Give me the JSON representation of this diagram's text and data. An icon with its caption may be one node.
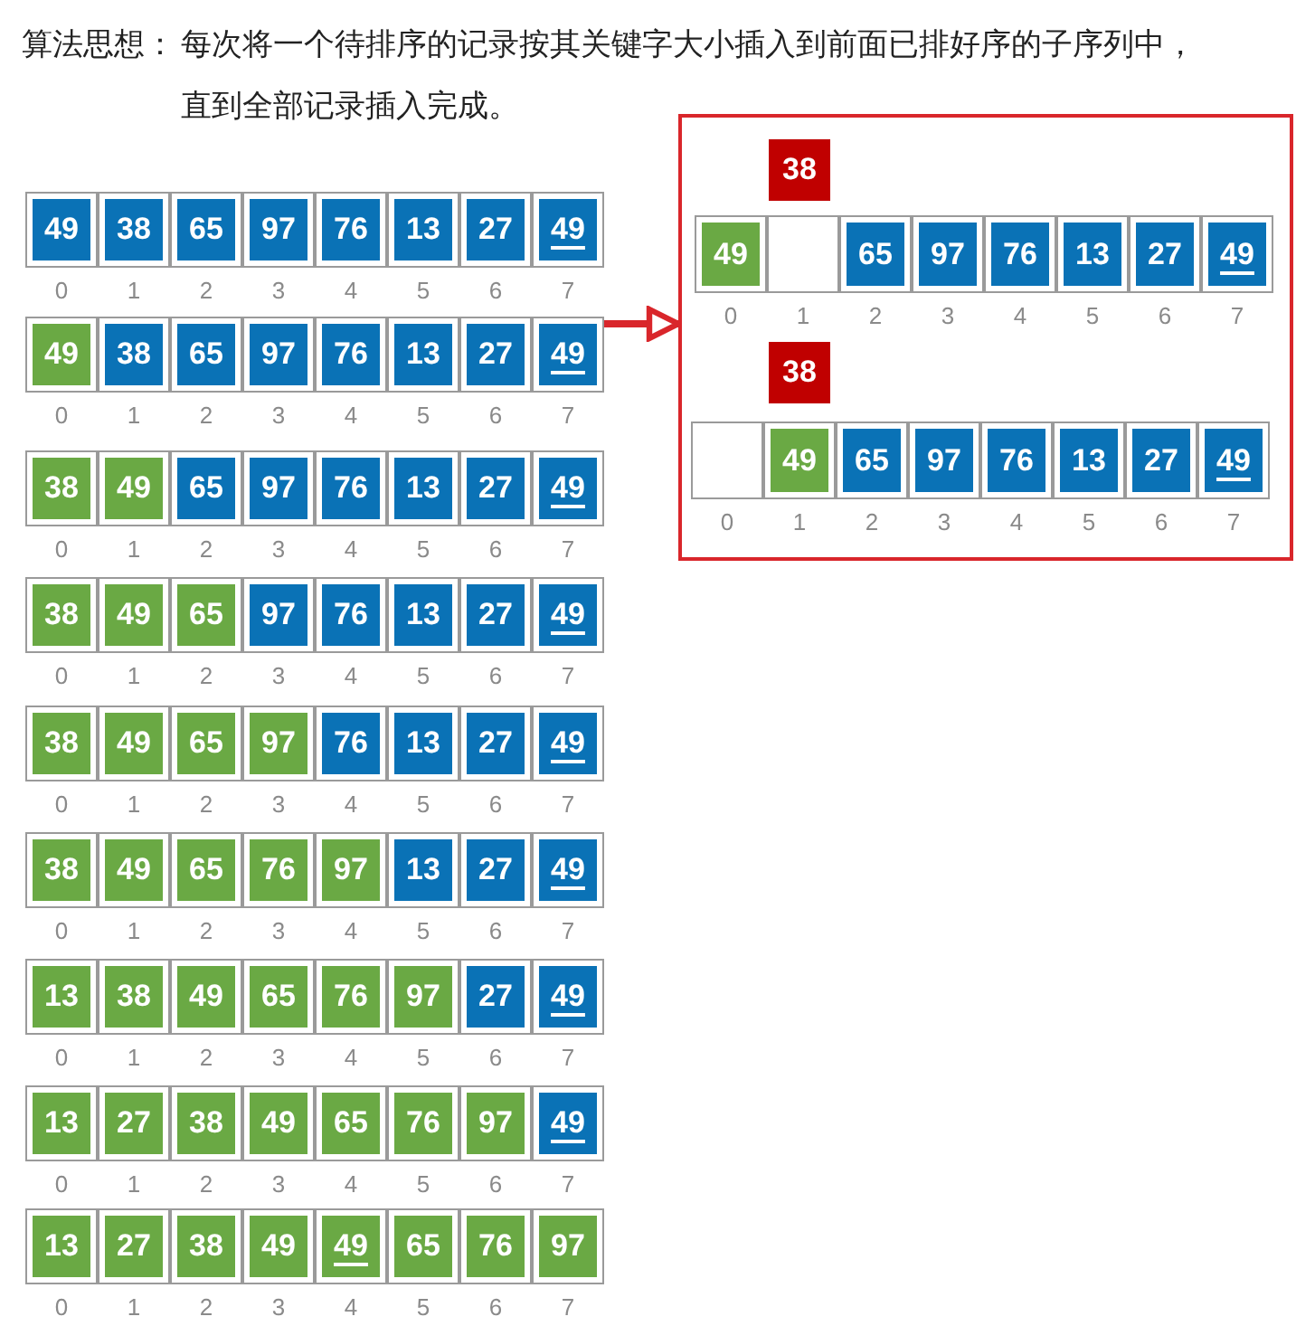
{
  "diagram": {
    "nodes": [
      {
        "text": [
          "49"
        ],
        "beside": [
          "0"
        ]
      },
      {
        "text": [
          "38"
        ],
        "beside": [
          "1"
        ]
      },
      {
        "text": [
          "65"
        ],
        "beside": [
          "2"
        ]
      },
      {
        "text": [
          "97"
        ],
        "beside": [
          "3"
        ]
      },
      {
        "text": [
          "76"
        ],
        "beside": [
          "4"
        ]
      },
      {
        "text": [
          "13"
        ],
        "beside": [
          "5"
        ]
      },
      {
        "text": [
          "27"
        ],
        "beside": [
          "6"
        ]
      },
      {
        "text": [
          "49"
        ],
        "beside": [
          "7"
        ]
      },
      {
        "text": [
          "49"
        ],
        "beside": [
          "0"
        ]
      },
      {
        "text": [
          "38"
        ],
        "beside": [
          "1"
        ]
      },
      {
        "text": [
          "65"
        ],
        "beside": [
          "2"
        ]
      },
      {
        "text": [
          "97"
        ],
        "beside": [
          "3"
        ]
      },
      {
        "text": [
          "76"
        ],
        "beside": [
          "4"
        ]
      },
      {
        "text": [
          "13"
        ],
        "beside": [
          "5"
        ]
      },
      {
        "text": [
          "27"
        ],
        "beside": [
          "6"
        ]
      },
      {
        "text": [
          "49"
        ],
        "beside": [
          "7"
        ]
      },
      {
        "text": [
          "38"
        ],
        "beside": [
          "0"
        ]
      },
      {
        "text": [
          "49"
        ],
        "beside": [
          "1"
        ]
      },
      {
        "text": [
          "65"
        ],
        "beside": [
          "2"
        ]
      },
      {
        "text": [
          "97"
        ],
        "beside": [
          "3"
        ]
      },
      {
        "text": [
          "76"
        ],
        "beside": [
          "4"
        ]
      },
      {
        "text": [
          "13"
        ],
        "beside": [
          "5"
        ]
      },
      {
        "text": [
          "27"
        ],
        "beside": [
          "6"
        ]
      },
      {
        "text": [
          "49"
        ],
        "beside": [
          "7"
        ]
      },
      {
        "text": [
          "38"
        ],
        "beside": [
          "0"
        ]
      },
      {
        "text": [
          "49"
        ],
        "beside": [
          "1"
        ]
      },
      {
        "text": [
          "65"
        ],
        "beside": [
          "2"
        ]
      },
      {
        "text": [
          "97"
        ],
        "beside": [
          "3"
        ]
      },
      {
        "text": [
          "76"
        ],
        "beside": [
          "4"
        ]
      },
      {
        "text": [
          "13"
        ],
        "beside": [
          "5"
        ]
      },
      {
        "text": [
          "27"
        ],
        "beside": [
          "6"
        ]
      },
      {
        "text": [
          "49"
        ],
        "beside": [
          "7"
        ]
      },
      {
        "text": [
          "38"
        ],
        "beside": [
          "0"
        ]
      },
      {
        "text": [
          "49"
        ],
        "beside": [
          "1"
        ]
      },
      {
        "text": [
          "65"
        ],
        "beside": [
          "2"
        ]
      },
      {
        "text": [
          "97"
        ],
        "beside": [
          "3"
        ]
      },
      {
        "text": [
          "76"
        ],
        "beside": [
          "4"
        ]
      },
      {
        "text": [
          "13"
        ],
        "beside": [
          "5"
        ]
      },
      {
        "text": [
          "27"
        ],
        "beside": [
          "6"
        ]
      },
      {
        "text": [
          "49"
        ],
        "beside": [
          "7"
        ]
      },
      {
        "text": [
          "38"
        ],
        "beside": [
          "0"
        ]
      },
      {
        "text": [
          "49"
        ],
        "beside": [
          "1"
        ]
      },
      {
        "text": [
          "65"
        ],
        "beside": [
          "2"
        ]
      },
      {
        "text": [
          "76"
        ],
        "beside": [
          "3"
        ]
      },
      {
        "text": [
          "97"
        ],
        "beside": [
          "4"
        ]
      },
      {
        "text": [
          "13"
        ],
        "beside": [
          "5"
        ]
      },
      {
        "text": [
          "27"
        ],
        "beside": [
          "6"
        ]
      },
      {
        "text": [
          "49"
        ],
        "beside": [
          "7"
        ]
      },
      {
        "text": [
          "13"
        ],
        "beside": [
          "0"
        ]
      },
      {
        "text": [
          "38"
        ],
        "beside": [
          "1"
        ]
      },
      {
        "text": [
          "49"
        ],
        "beside": [
          "2"
        ]
      },
      {
        "text": [
          "65"
        ],
        "beside": [
          "3"
        ]
      },
      {
        "text": [
          "76"
        ],
        "beside": [
          "4"
        ]
      },
      {
        "text": [
          "97"
        ],
        "beside": [
          "5"
        ]
      },
      {
        "text": [
          "27"
        ],
        "beside": [
          "6"
        ]
      },
      {
        "text": [
          "49"
        ],
        "beside": [
          "7"
        ]
      },
      {
        "text": [
          "13"
        ],
        "beside": [
          "0"
        ]
      },
      {
        "text": [
          "27"
        ],
        "beside": [
          "1"
        ]
      },
      {
        "text": [
          "38"
        ],
        "beside": [
          "2"
        ]
      },
      {
        "text": [
          "49"
        ],
        "beside": [
          "3"
        ]
      },
      {
        "text": [
          "65"
        ],
        "beside": [
          "4"
        ]
      },
      {
        "text": [
          "76"
        ],
        "beside": [
          "5"
        ]
      },
      {
        "text": [
          "97"
        ],
        "beside": [
          "6"
        ]
      },
      {
        "text": [
          "49"
        ],
        "beside": [
          "7"
        ]
      },
      {
        "text": [
          "13"
        ],
        "beside": [
          "0"
        ]
      },
      {
        "text": [
          "27"
        ],
        "beside": [
          "1"
        ]
      },
      {
        "text": [
          "38"
        ],
        "beside": [
          "2"
        ]
      },
      {
        "text": [
          "49"
        ],
        "beside": [
          "3"
        ]
      },
      {
        "text": [
          "49"
        ],
        "beside": [
          "4"
        ]
      },
      {
        "text": [
          "65"
        ],
        "beside": [
          "5"
        ]
      },
      {
        "text": [
          "76"
        ],
        "beside": [
          "6"
        ]
      },
      {
        "text": [
          "97"
        ],
        "beside": [
          "7"
        ]
      },
      {
        "text": [],
        "shape": "box"
      },
      {
        "text": [
          "38"
        ],
        "in": 72
      },
      {
        "text": [
          "49"
        ],
        "in": 72,
        "beside": [
          "0"
        ]
      },
      {
        "text": [],
        "shape": "box",
        "in": 72,
        "beside": [
          "1"
        ]
      },
      {
        "text": [
          "65"
        ],
        "in": 72,
        "beside": [
          "2"
        ]
      },
      {
        "text": [
          "97"
        ],
        "in": 72,
        "beside": [
          "3"
        ]
      },
      {
        "text": [
          "76"
        ],
        "in": 72,
        "beside": [
          "4"
        ]
      },
      {
        "text": [
          "13"
        ],
        "in": 72,
        "beside": [
          "5"
        ]
      },
      {
        "text": [
          "27"
        ],
        "in": 72,
        "beside": [
          "6"
        ]
      },
      {
        "text": [
          "49"
        ],
        "in": 72,
        "beside": [
          "7"
        ]
      },
      {
        "text": [
          "38"
        ],
        "in": 72
      },
      {
        "text": [],
        "shape": "box",
        "in": 72,
        "beside": [
          "0"
        ]
      },
      {
        "text": [
          "49"
        ],
        "in": 72,
        "beside": [
          "1"
        ]
      },
      {
        "text": [
          "65"
        ],
        "in": 72,
        "beside": [
          "2"
        ]
      },
      {
        "text": [
          "97"
        ],
        "in": 72,
        "beside": [
          "3"
        ]
      },
      {
        "text": [
          "76"
        ],
        "in": 72,
        "beside": [
          "4"
        ]
      },
      {
        "text": [
          "13"
        ],
        "in": 72,
        "beside": [
          "5"
        ]
      },
      {
        "text": [
          "27"
        ],
        "in": 72,
        "beside": [
          "6"
        ]
      },
      {
        "text": [
          "49"
        ],
        "in": 72,
        "beside": [
          "7"
        ]
      }
    ],
    "edges": [
      {
        "from": 15,
        "to": 72,
        "arrow": "to"
      }
    ],
    "labels": [
      "算法思想：",
      "每次将一个待排序的记录按其关键字大小插入到前面已排好序的子序列中，直到全部记录插入完成。"
    ]
  }
}
